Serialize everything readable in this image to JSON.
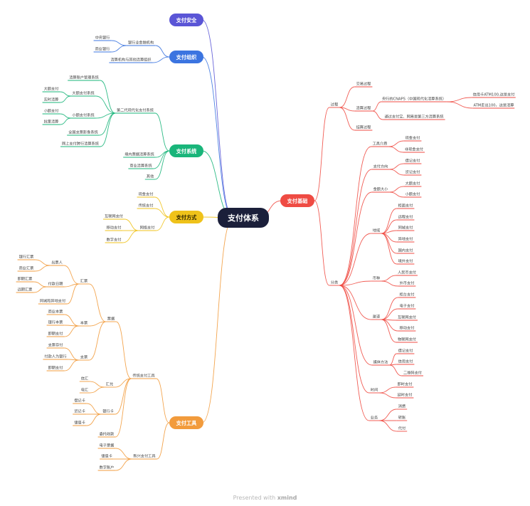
{
  "center": {
    "label": "支付体系",
    "fill": "#1b1f3a",
    "text_color": "#ffffff"
  },
  "colors": {
    "safety": "#5a55d6",
    "org": "#3b74e0",
    "system": "#19b57a",
    "method": "#efc21a",
    "tools": "#f29b3c",
    "basic": "#ef4b43"
  },
  "branches": {
    "safety": {
      "label": "支付安全"
    },
    "org": {
      "label": "支付组织",
      "children": [
        {
          "label": "银行业金融机构",
          "children": [
            {
              "label": "中央银行"
            },
            {
              "label": "商业银行"
            }
          ]
        },
        {
          "label": "清算机构与其他清算组织"
        }
      ]
    },
    "system": {
      "label": "支付系统",
      "children": [
        {
          "label": "第二代现代化支付系统",
          "children": [
            {
              "label": "清算账户管理系统"
            },
            {
              "label": "大额支付系统",
              "children": [
                {
                  "label": "大额支付"
                },
                {
                  "label": "实时清算"
                }
              ]
            },
            {
              "label": "小额支付系统",
              "children": [
                {
                  "label": "小额支付"
                },
                {
                  "label": "批量清算"
                }
              ]
            },
            {
              "label": "全国支票影像系统"
            },
            {
              "label": "网上支付跨行清算系统"
            }
          ]
        },
        {
          "label": "境内票据清算系统"
        },
        {
          "label": "商业清算系统"
        },
        {
          "label": "其他"
        }
      ]
    },
    "method": {
      "label": "支付方式",
      "children": [
        {
          "label": "现金支付"
        },
        {
          "label": "传统支付"
        },
        {
          "label": "网络支付",
          "children": [
            {
              "label": "互联网支付"
            },
            {
              "label": "移动支付"
            },
            {
              "label": "数字支付"
            }
          ]
        }
      ]
    },
    "tools": {
      "label": "支付工具",
      "children": [
        {
          "label": "传统支付工具",
          "children": [
            {
              "label": "票据",
              "children": [
                {
                  "label": "汇票",
                  "children": [
                    {
                      "label": "出票人",
                      "children": [
                        {
                          "label": "银行汇票"
                        },
                        {
                          "label": "商业汇票"
                        }
                      ]
                    },
                    {
                      "label": "付款日期",
                      "children": [
                        {
                          "label": "即期汇票"
                        },
                        {
                          "label": "远期汇票"
                        }
                      ]
                    },
                    {
                      "label": "同城和异地支付"
                    }
                  ]
                },
                {
                  "label": "本票",
                  "children": [
                    {
                      "label": "商业本票"
                    },
                    {
                      "label": "银行本票"
                    },
                    {
                      "label": "即期支付"
                    }
                  ]
                },
                {
                  "label": "支票",
                  "children": [
                    {
                      "label": "支票存付"
                    },
                    {
                      "label": "付款人为银行"
                    },
                    {
                      "label": "即期支付"
                    }
                  ]
                }
              ]
            },
            {
              "label": "汇兑",
              "children": [
                {
                  "label": "信汇"
                },
                {
                  "label": "电汇"
                }
              ]
            },
            {
              "label": "银行卡",
              "children": [
                {
                  "label": "借记卡"
                },
                {
                  "label": "贷记卡"
                },
                {
                  "label": "储值卡"
                }
              ]
            },
            {
              "label": "委托收款"
            }
          ]
        },
        {
          "label": "新兴支付工具",
          "children": [
            {
              "label": "电子票据"
            },
            {
              "label": "储值卡"
            },
            {
              "label": "数字账户"
            }
          ]
        }
      ]
    },
    "basic": {
      "label": "支付基础",
      "children": [
        {
          "label": "过程",
          "children": [
            {
              "label": "交易过程"
            },
            {
              "label": "清算过程",
              "children": [
                {
                  "label": "央行的CNAPS（中国现代化清算系统）",
                  "children": [
                    {
                      "label": "信用卡ATM100,这是支付"
                    },
                    {
                      "label": "ATM走出100，这是清算"
                    }
                  ]
                },
                {
                  "label": "通过支付宝、网易是第三方清算系统"
                }
              ]
            },
            {
              "label": "结算过程"
            }
          ]
        },
        {
          "label": "分类",
          "children": [
            {
              "label": "工具介质",
              "children": [
                {
                  "label": "现金支付"
                },
                {
                  "label": "非现金支付"
                }
              ]
            },
            {
              "label": "支付方向",
              "children": [
                {
                  "label": "借记支付"
                },
                {
                  "label": "贷记支付"
                }
              ]
            },
            {
              "label": "金额大小",
              "children": [
                {
                  "label": "大额支付"
                },
                {
                  "label": "小额支付"
                }
              ]
            },
            {
              "label": "地域",
              "children": [
                {
                  "label": "柜面支付"
                },
                {
                  "label": "远程支付"
                },
                {
                  "label": "同城支付"
                },
                {
                  "label": "异地支付"
                },
                {
                  "label": "国内支付"
                },
                {
                  "label": "境外支付"
                }
              ]
            },
            {
              "label": "币种",
              "children": [
                {
                  "label": "人民币支付"
                },
                {
                  "label": "外币支付"
                }
              ]
            },
            {
              "label": "渠道",
              "children": [
                {
                  "label": "柜台支付"
                },
                {
                  "label": "电子支付"
                },
                {
                  "label": "互联网支付"
                },
                {
                  "label": "移动支付"
                },
                {
                  "label": "物联网支付"
                }
              ]
            },
            {
              "label": "媒体方法",
              "children": [
                {
                  "label": "借记支付"
                },
                {
                  "label": "信用支付"
                },
                {
                  "label": "二维码支付"
                }
              ]
            },
            {
              "label": "时间",
              "children": [
                {
                  "label": "即时支付"
                },
                {
                  "label": "延时支付"
                }
              ]
            },
            {
              "label": "业务",
              "children": [
                {
                  "label": "消费"
                },
                {
                  "label": "转账"
                },
                {
                  "label": "代付"
                }
              ]
            }
          ]
        }
      ]
    }
  },
  "footer": {
    "prefix": "Presented with",
    "brand": "xmind"
  }
}
